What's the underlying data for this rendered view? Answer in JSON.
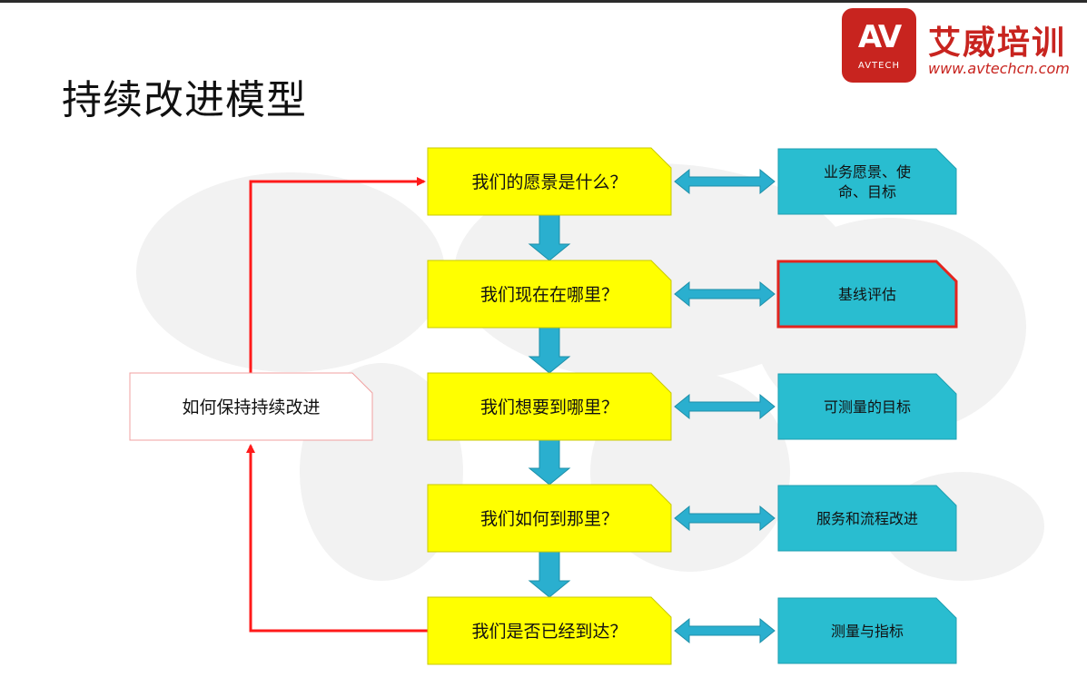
{
  "title": "持续改进模型",
  "logo": {
    "mark": "AV",
    "sub": "AVTECH",
    "name": "艾威培训",
    "url": "www.avtechcn.com"
  },
  "flow": {
    "questions": [
      "我们的愿景是什么？",
      "我们现在在哪里？",
      "我们想要到哪里？",
      "我们如何到那里？",
      "我们是否已经到达？"
    ],
    "answers": [
      [
        "业务愿景、使",
        "命、目标"
      ],
      [
        "基线评估"
      ],
      [
        "可测量的目标"
      ],
      [
        "服务和流程改进"
      ],
      [
        "测量与指标"
      ]
    ],
    "loop_label": "如何保持持续改进"
  },
  "colors": {
    "question_fill": "#ffff00",
    "answer_fill": "#29bdd0",
    "arrow_fill": "#2aafcf",
    "loop_line": "#ff1a1a",
    "highlight_border": "#e3241e",
    "brand": "#c8241f"
  }
}
